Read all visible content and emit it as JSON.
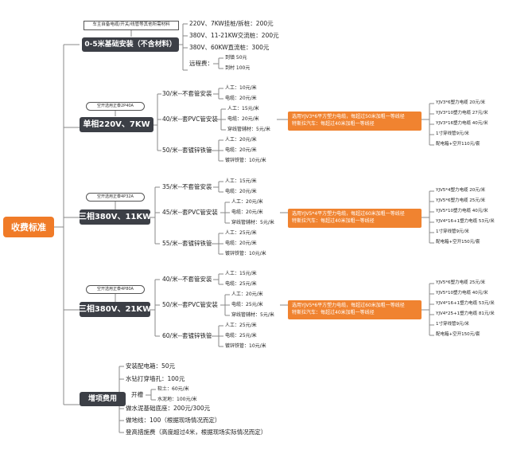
{
  "root": "收费标准",
  "b1": {
    "title": "0-5米基础安装（不含材料）",
    "note": "车主自备电缆/开关/线管等其他所需材料",
    "items": [
      "220V、7KW挂桩/拆桩：200元",
      "380V、11-21KW交流桩：200元",
      "380V、60KW直流桩：300元"
    ],
    "remote_label": "远程费：",
    "remote": [
      "到镇 50元",
      "到村 100元"
    ]
  },
  "b2": {
    "title": "单相220V、7KW",
    "note": "空开选用正泰2P40A",
    "groups": [
      {
        "label": "30/米--不套管安装",
        "rows": [
          "人工：10元/米",
          "电缆：20元/米"
        ]
      },
      {
        "label": "40/米--套PVC管安装",
        "rows": [
          "人工：15元/米",
          "电缆：20元/米",
          "穿线管辅材：5元/米"
        ]
      },
      {
        "label": "50/米--套镀锌铁管",
        "rows": [
          "人工：20元/米",
          "电缆：20元/米",
          "镀锌铁管：10元/米"
        ]
      }
    ],
    "orange": [
      "选用YJV3*6平方塑力电缆，每超过50米加粗一等线径",
      "特斯拉汽车：每超过40米加粗一等线径"
    ],
    "cables": [
      "YJV3*6塑力电缆 20元/米",
      "YJV3*10塑力电缆 27元/米",
      "YJV3*16塑力电缆 40元/米",
      "1寸穿线管9元/米",
      "配电箱+空开110元/套"
    ]
  },
  "b3": {
    "title": "三相380V、11KW",
    "note": "空开选用正泰4P32A",
    "groups": [
      {
        "label": "35/米--不套管安装",
        "rows": [
          "人工：15元/米",
          "电缆：20元/米"
        ]
      },
      {
        "label": "45/米--套PVC管安装",
        "rows": [
          "人工：20元/米",
          "电缆：20元/米",
          "穿线管辅材：5元/米"
        ]
      },
      {
        "label": "55/米--套镀锌铁管",
        "rows": [
          "人工：25元/米",
          "电缆：20元/米",
          "镀锌铁管：10元/米"
        ]
      }
    ],
    "orange": [
      "选用YJV5*4平方塑力电缆，每超过60米加粗一等线径",
      "特斯拉汽车：每超过40米加粗一等线径"
    ],
    "cables": [
      "YJV5*4塑力电缆 20元/米",
      "YJV5*6塑力电缆 25元/米",
      "YJV5*10塑力电缆 40元/米",
      "YJV4*16+1塑力电缆 53元/米",
      "1寸穿线管9元/米",
      "配电箱+空开150元/套"
    ]
  },
  "b4": {
    "title": "三相380V、21KW",
    "note": "空开选用正泰4P80A",
    "groups": [
      {
        "label": "40/米--不套管安装",
        "rows": [
          "人工：15元/米",
          "电缆：25元/米"
        ]
      },
      {
        "label": "50/米--套PVC管安装",
        "rows": [
          "人工：20元/米",
          "电缆：25元/米",
          "穿线管辅材：5元/米"
        ]
      },
      {
        "label": "60/米--套镀锌铁管",
        "rows": [
          "人工：25元/米",
          "电缆：25元/米",
          "镀锌铁管：10元/米"
        ]
      }
    ],
    "orange": [
      "选用YJV5*6平方塑力电缆，每超过60米加粗一等线径",
      "特斯拉汽车：每超过40米加粗一等线径"
    ],
    "cables": [
      "YJV5*6塑力电缆 25元/米",
      "YJV5*10塑力电缆 40元/米",
      "YJV4*16+1塑力电缆 53元/米",
      "YJV4*25+1塑力电缆 81元/米",
      "1寸穿线管9元/米",
      "配电箱+空开150元/套"
    ]
  },
  "b5": {
    "title": "增项费用",
    "items": [
      "安装配电箱：50元",
      "水钻打穿墙孔：100元"
    ],
    "trench_label": "开槽",
    "trench": [
      "软土：60元/米",
      "水泥地：100元/米"
    ],
    "items2": [
      "做水泥基础底座：200元/300元",
      "做地线：100（根据现场情况而定）",
      "登高措施费（高度超过4米，根据现场实际情况而定）"
    ]
  }
}
